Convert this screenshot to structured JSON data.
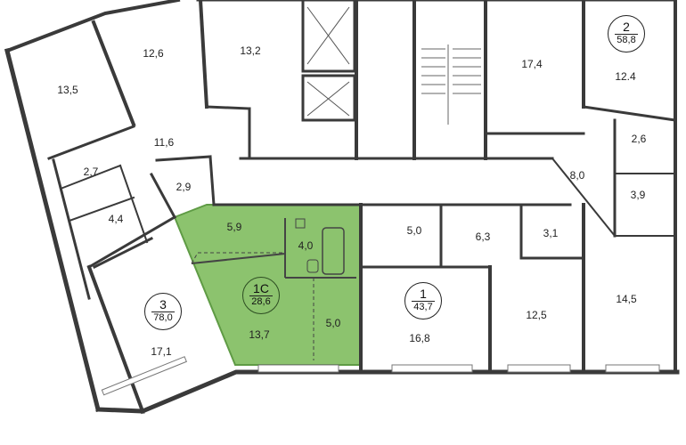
{
  "colors": {
    "wall": "#3a3a3a",
    "highlight": "#8cc36e",
    "highlight_edge": "#5f9b45",
    "thin": "#555555"
  },
  "apartments": [
    {
      "id": "apt-1c",
      "number": "1С",
      "area": "28,6",
      "highlighted": true
    },
    {
      "id": "apt-1",
      "number": "1",
      "area": "43,7",
      "highlighted": false
    },
    {
      "id": "apt-2",
      "number": "2",
      "area": "58,8",
      "highlighted": false
    },
    {
      "id": "apt-3",
      "number": "3",
      "area": "78,0",
      "highlighted": false
    }
  ],
  "rooms": [
    {
      "id": "r01",
      "area": "12,6"
    },
    {
      "id": "r02",
      "area": "13,2"
    },
    {
      "id": "r03",
      "area": "13,5"
    },
    {
      "id": "r04",
      "area": "11,6"
    },
    {
      "id": "r05",
      "area": "2,7"
    },
    {
      "id": "r06",
      "area": "2,9"
    },
    {
      "id": "r07",
      "area": "4,4"
    },
    {
      "id": "r08",
      "area": "17,1"
    },
    {
      "id": "r09",
      "area": "5,9"
    },
    {
      "id": "r10",
      "area": "4,0"
    },
    {
      "id": "r11",
      "area": "13,7"
    },
    {
      "id": "r12",
      "area": "5,0"
    },
    {
      "id": "r13",
      "area": "5,0"
    },
    {
      "id": "r14",
      "area": "16,8"
    },
    {
      "id": "r15",
      "area": "6,3"
    },
    {
      "id": "r16",
      "area": "3,1"
    },
    {
      "id": "r17",
      "area": "12,5"
    },
    {
      "id": "r18",
      "area": "17,4"
    },
    {
      "id": "r19",
      "area": "12.4"
    },
    {
      "id": "r20",
      "area": "2,6"
    },
    {
      "id": "r21",
      "area": "8,0"
    },
    {
      "id": "r22",
      "area": "3,9"
    },
    {
      "id": "r23",
      "area": "14,5"
    }
  ]
}
